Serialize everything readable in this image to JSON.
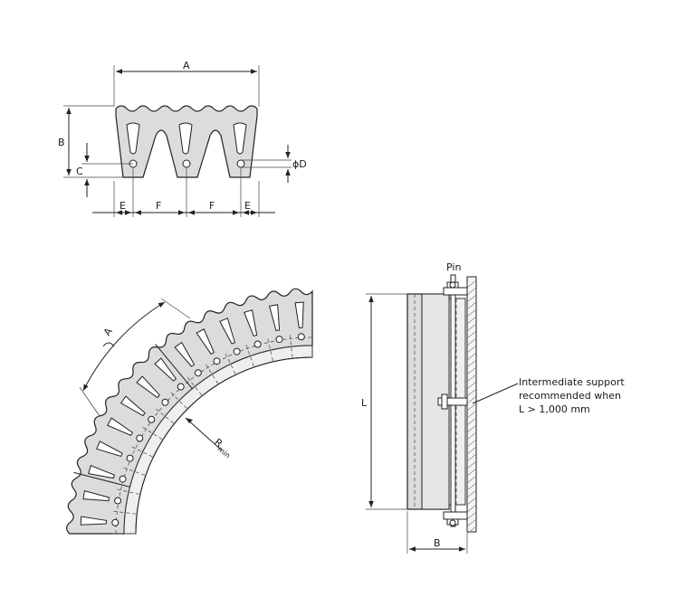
{
  "labels": {
    "dim_a": "A",
    "dim_b": "B",
    "dim_c": "C",
    "dim_d": "ϕD",
    "dim_e": "E",
    "dim_f": "F",
    "dim_a_arc": "A",
    "r_min": "R",
    "r_min_sub": "min",
    "pin": "Pin",
    "dim_l": "L",
    "dim_b_side": "B"
  },
  "note": {
    "line1": "Intermediate support",
    "line2": "recommended when",
    "line3": "L > 1,000 mm"
  }
}
